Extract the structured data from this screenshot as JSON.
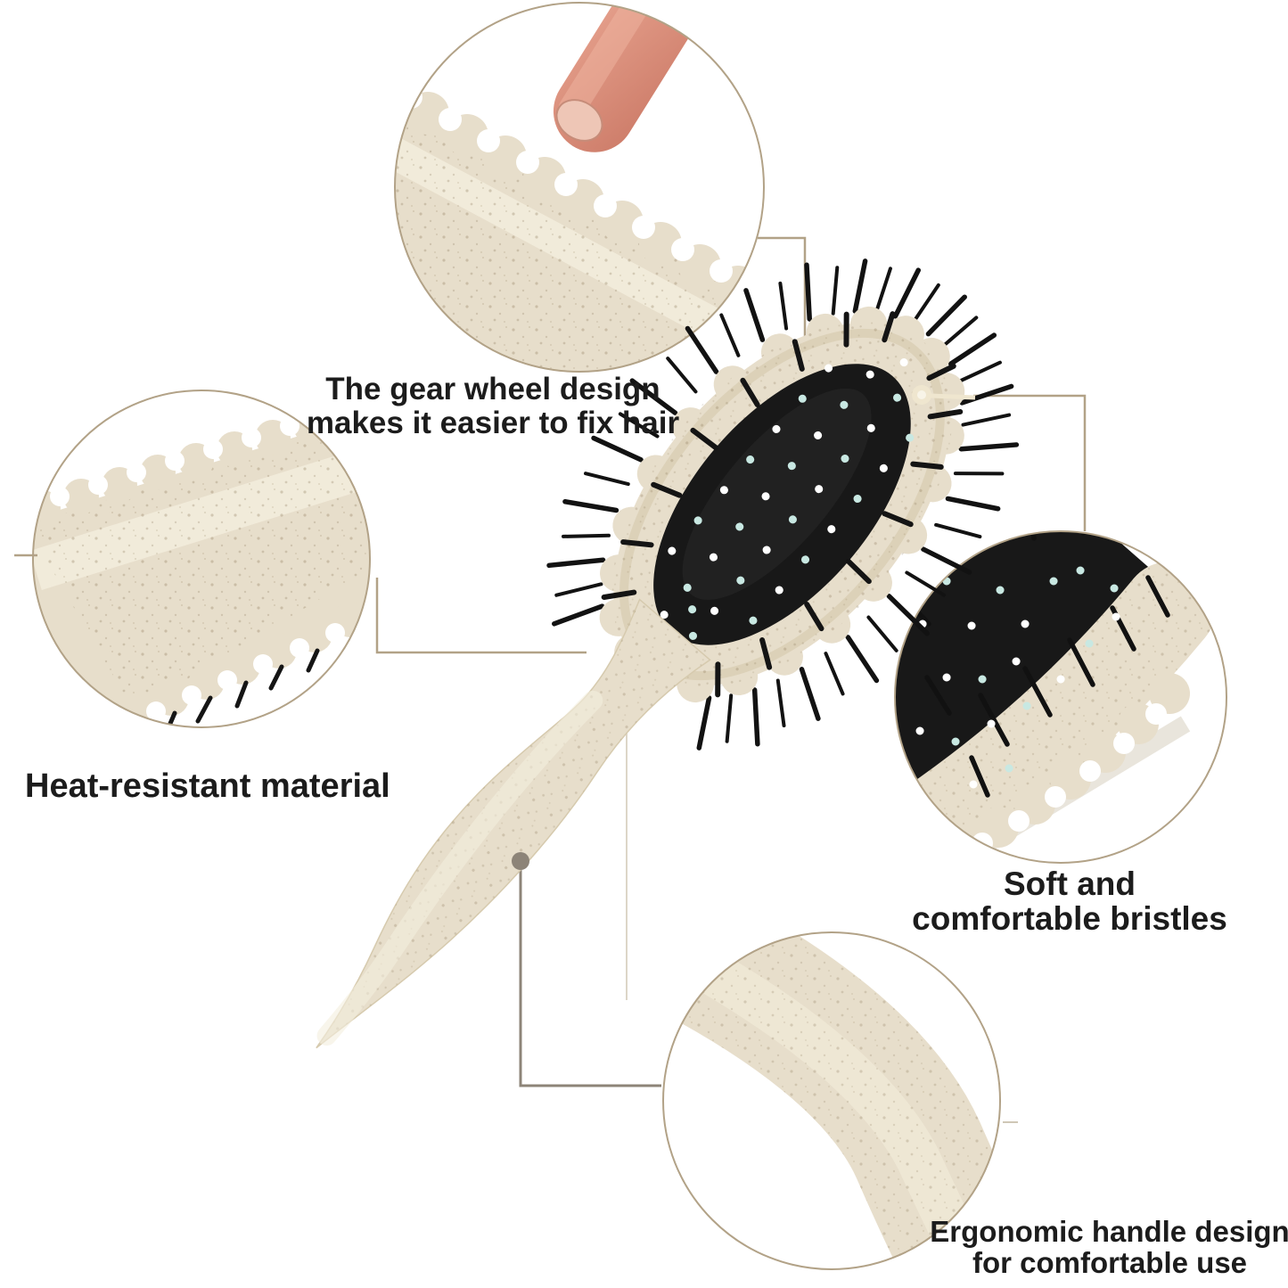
{
  "labels": {
    "gear": {
      "line1": "The gear wheel design",
      "line2": "makes it easier to fix hair"
    },
    "heat": {
      "text": "Heat-resistant material"
    },
    "soft": {
      "line1": "Soft and",
      "line2": "comfortable bristles"
    },
    "handle": {
      "line1": "Ergonomic handle design",
      "line2": "for comfortable use"
    }
  },
  "colors": {
    "background": "#ffffff",
    "beige": "#e7decb",
    "beige_dark": "#d3c6aa",
    "beige_light": "#f4eedd",
    "outline_tan": "#b2a287",
    "pad_black": "#181818",
    "pin_dot": "#c8e8e2",
    "connector_tan": "#b2a287",
    "connector_gray": "#8d8478",
    "text": "#1c1c1c",
    "skin": "#e09a86",
    "skin_dark": "#c57361",
    "nail": "#eec6b6"
  }
}
